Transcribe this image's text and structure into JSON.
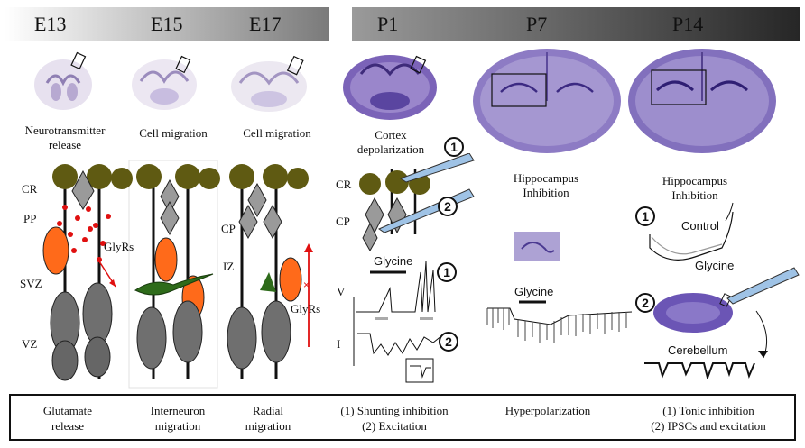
{
  "stages": [
    "E13",
    "E15",
    "E17",
    "P1",
    "P7",
    "P14"
  ],
  "captions": {
    "e13": "Neurotransmitter release",
    "e15": "Cell migration",
    "e17": "Cell migration",
    "p1": "Cortex depolarization",
    "p7": "Hippocampus Inhibition",
    "p14": "Hippocampus Inhibition"
  },
  "layers": {
    "cr": "CR",
    "pp": "PP",
    "svz": "SVZ",
    "vz": "VZ",
    "cp": "CP",
    "iz": "IZ",
    "p1_cr": "CR",
    "p1_cp": "CP"
  },
  "glyrs": "GlyRs",
  "glyrs2": "GlyRs",
  "glycine_p1": "Glycine",
  "glycine_p7": "Glycine",
  "control": "Control",
  "glycine_p14": "Glycine",
  "cerebellum": "Cerebellum",
  "trace_labels": {
    "v": "V",
    "i": "I"
  },
  "markers": {
    "one": "1",
    "two": "2"
  },
  "bottom": {
    "e13": "Glutamate release",
    "e15": "Interneuron migration",
    "e17": "Radial migration",
    "p1_line1": "(1) Shunting inhibition",
    "p1_line2": "(2) Excitation",
    "p7": "Hyperpolarization",
    "p14_line1": "(1) Tonic inhibition",
    "p14_line2": "(2) IPSCs and excitation"
  },
  "colors": {
    "olive": "#5f5a12",
    "orange": "#ff6a1a",
    "green": "#2e6b1a",
    "gray": "#8a8a8a",
    "dark": "#555555",
    "red": "#e01010",
    "cresyl": "#6a52a8",
    "pipette": "#9fc3e6"
  }
}
